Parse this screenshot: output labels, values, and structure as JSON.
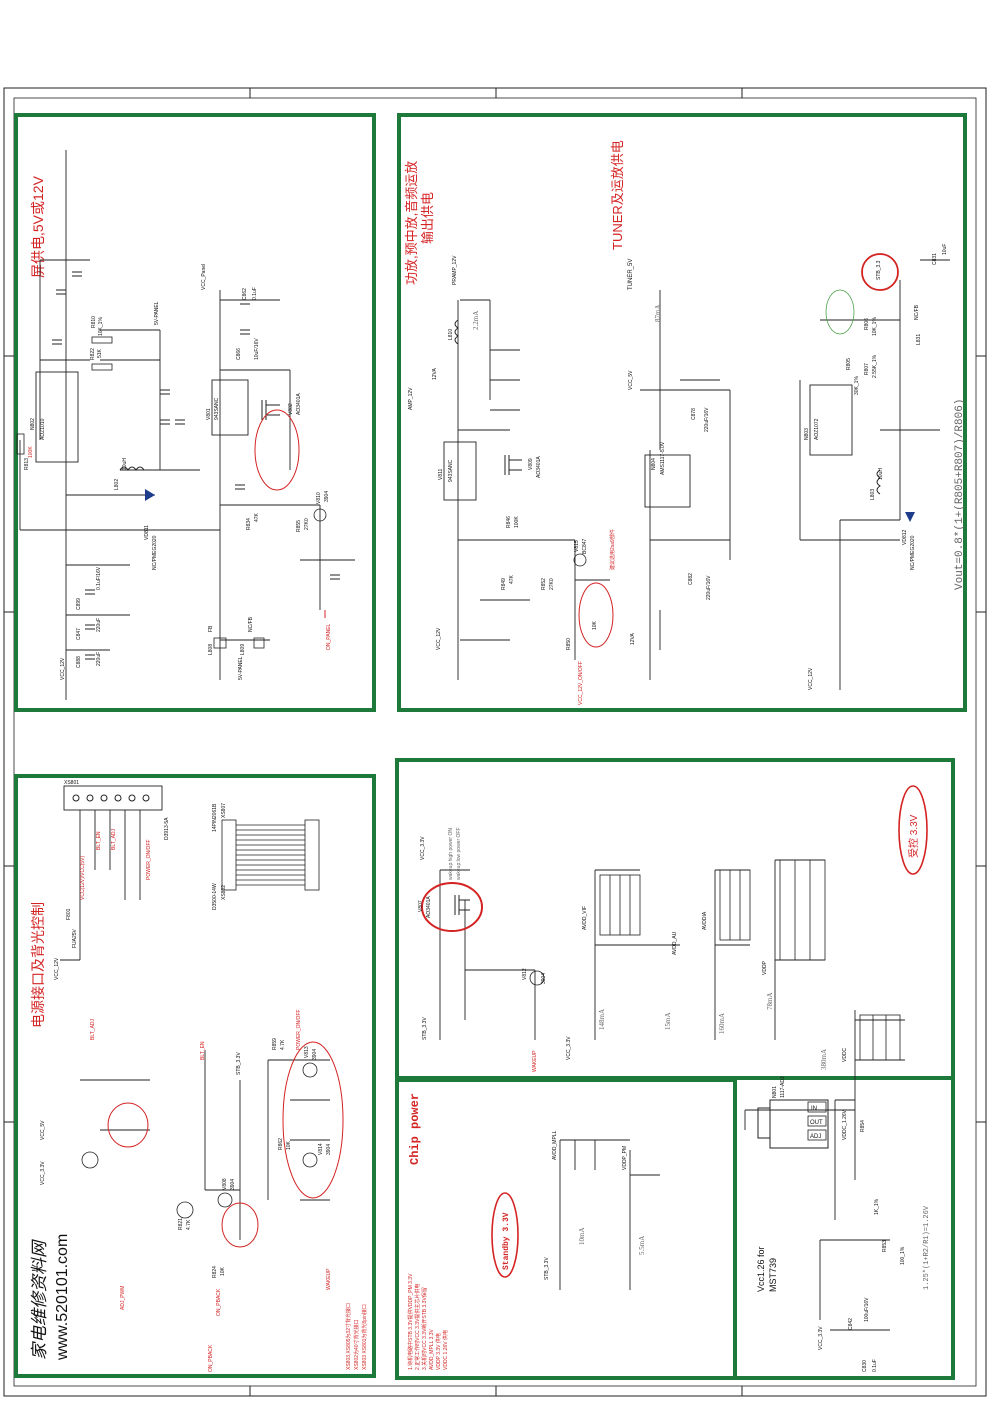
{
  "sections": {
    "panel_power": {
      "title": "屏供电,5V或12V",
      "nets": {
        "vcc12": "VCC_12V",
        "vcc_panel": "VCC_Panel",
        "panel_5v": "5V-PANEL",
        "panel_5v_b": "5V-PANEL",
        "on_panel": "ON_PANEL"
      },
      "parts": {
        "ic": "AOZ1010",
        "ic_ref": "N802",
        "mos": "AO3401A",
        "mos_ref": "V802",
        "diode": "NC/PMEG2020",
        "diode_ref": "VD811",
        "array": "943SANC",
        "array_ref": "V801",
        "tr": "V810",
        "tr_type": "3904",
        "res_fb": "R813",
        "res_fb_val": "100K",
        "l_main": "L802",
        "l_main_val": "10uH",
        "c_in1": "C899",
        "c_in1_val": "0.1uF/16V",
        "c_in2": "C847",
        "c_in2_val": "220uF",
        "c_in3": "C888",
        "c_in3_val": "220uF",
        "fb1": "L808",
        "fb1_val": "FB",
        "fb2": "L809",
        "fb2_val": "NC/FB",
        "r_a": "R810",
        "r_a_val": "10K_1%",
        "r_b": "R822",
        "r_b_val": "51K",
        "c_cap": "C862",
        "c_cap_val": "0.1uF",
        "c_big": "C866",
        "c_big_val": "10uF/16V",
        "r_g": "R834",
        "r_g_val": "47K",
        "r_h": "R855",
        "r_h_val": "27K0"
      }
    },
    "amp_power": {
      "title1": "功放,预中放,音频运放",
      "title2": "输出供电",
      "nets": {
        "pramp": "PRAMP_12V",
        "amp": "AMP_12V",
        "vcc12": "VCC_12V",
        "v12": "12VA",
        "onoff": "VCC_12V_ON/OFF"
      },
      "current": "2.2mA",
      "note": "建议选用2sa9部件",
      "parts": {
        "mos": "AO3401A",
        "mos_ref": "V809",
        "array": "943SANC",
        "array_ref": "V811",
        "tr": "BC847",
        "tr_ref": "V815",
        "l_fb": "L810",
        "r_a": "R846",
        "r_a_val": "100K",
        "r_b": "R849",
        "r_b_val": "47K",
        "r_c": "R852",
        "r_c_val": "27K0",
        "r_d": "R850",
        "r_d_val": "10K"
      }
    },
    "tuner_power": {
      "title": "TUNER及运放供电",
      "nets": {
        "tuner": "TUNER_5V",
        "vcc5": "VCC_5V",
        "v12": "12VA",
        "vcc12": "VCC_12V",
        "stb": "STB_3.3"
      },
      "current": "87mA",
      "vout": "Vout=0.8*(1+(R805+R807)/R806)",
      "parts": {
        "ldo": "AMS1117-5.0V",
        "ldo_ref": "N804",
        "ic": "AOZ1072",
        "ic_ref": "N803",
        "diode": "NC/PMEG2020",
        "diode_ref": "VD812",
        "l_main": "L803",
        "l_main_val": "10uH",
        "c_a": "C882",
        "c_a_val": "220uF/16V",
        "c_b": "C878",
        "c_b_val": "220uF/16V",
        "r_a": "R806",
        "r_a_val": "10K_1%",
        "r_b": "R807",
        "r_b_val": "2.55K_1%",
        "r_c": "R805",
        "r_c_val": "30K_1%",
        "c_out": "C831",
        "c_out_val": "10uF",
        "fb": "L831",
        "fb_val": "NC/FB"
      }
    },
    "interface": {
      "title": "电源接口及背光控制",
      "nets": {
        "vcc12": "VCC_12V",
        "vcc5": "VCC_5V",
        "vcc33": "VCC_3.3V",
        "stb33": "STB_3.3V",
        "blt_adj": "BLT_ADJ",
        "blt_en": "BLT_EN",
        "power_onoff": "POWER_ON/OFF",
        "adj_pwm": "ADJ_PWM",
        "on_pback": "ON_PBACK",
        "wakeup": "WAKEUP",
        "vcc12_pins": "VCC(12V)/VCC(5V)"
      },
      "parts": {
        "conn": "XS801",
        "conn2": "D3913-5A",
        "hdr": "D3500-14W",
        "hdr_ref": "XS802",
        "hdr2": "14PIN2061B",
        "hdr2_ref": "XS807",
        "tr1": "V813",
        "tr1_type": "3904",
        "tr2": "V814",
        "tr2_type": "3904",
        "tr3": "V808",
        "tr3_type": "3904",
        "fuse": "F801",
        "fuse_val": "FUA25V",
        "r_a": "R859",
        "r_a_val": "4.7K",
        "r_b": "R862",
        "r_b_val": "10K",
        "r_c": "R824",
        "r_c_val": "10K",
        "r_d": "R821",
        "r_d_val": "4.7K"
      },
      "notes": [
        "XS803,XS805为32寸背光接口",
        "XS802为40寸背光接口",
        "XS803 XS801为背光8pin接口"
      ]
    },
    "standby": {
      "title": "受控 3.3V",
      "nets": {
        "vcc33": "VCC_3.3V",
        "stb33": "STB_3.3V",
        "wakeup": "WAKEUP",
        "avdd_vif": "AVDD_VIF",
        "avdd_au": "AVDD_AU",
        "avddia": "AVDDIA",
        "vddp": "VDDP",
        "vddc": "VDDC",
        "vddc126": "VDDC_1.26V"
      },
      "currents": {
        "a": "148mA",
        "b": "15mA",
        "c": "160mA",
        "d": "78mA",
        "e": "380mA"
      },
      "notes": [
        "wakeup:high power ON",
        "wakeup:low power OFF"
      ],
      "parts": {
        "mos": "AO3401A",
        "mos_ref": "V807",
        "tr": "V812",
        "tr_type": "3904",
        "ldo": "1117-ADJ",
        "ldo_ref": "N801",
        "pin_in": "IN",
        "pin_out": "OUT",
        "pin_adj": "ADJ",
        "formula": "1.25*(1+R2/R1)=1.26V",
        "r_a": "R853",
        "r_a_val": "100_1%",
        "r_b": "R854",
        "r_b_val": "1K_1%",
        "c_a": "C842",
        "c_a_val": "100uF/16V",
        "c_b": "C830",
        "c_b_val": "0.1uF"
      },
      "vcc_label": "Vcc1.26 for",
      "vcc_label2": "MST739"
    },
    "chip_power": {
      "title": "Chip power",
      "badge": "Standby 3.3V",
      "nets": {
        "stb33": "STB_3.3V",
        "avdd_mpll": "AVDD_MPLL",
        "vddp_pm": "VDDP_PM"
      },
      "currents": {
        "a": "10mA",
        "b": "5.5mA"
      },
      "notes": [
        "1.待机电路中STB 3.3V提供VDDP_PM 3.3V",
        "2.正常工作时VCC 3.3V提供主芯片供电",
        "3.关机时VCC 3.3V断开STB 3.3V保留",
        "AVDD_MPLL 3.3V",
        "VDDP 3.3V 供电",
        "VDDC 1.26V 供电"
      ]
    },
    "watermark": {
      "line1": "家电维修资料网",
      "line2": "www.520101.com"
    }
  }
}
